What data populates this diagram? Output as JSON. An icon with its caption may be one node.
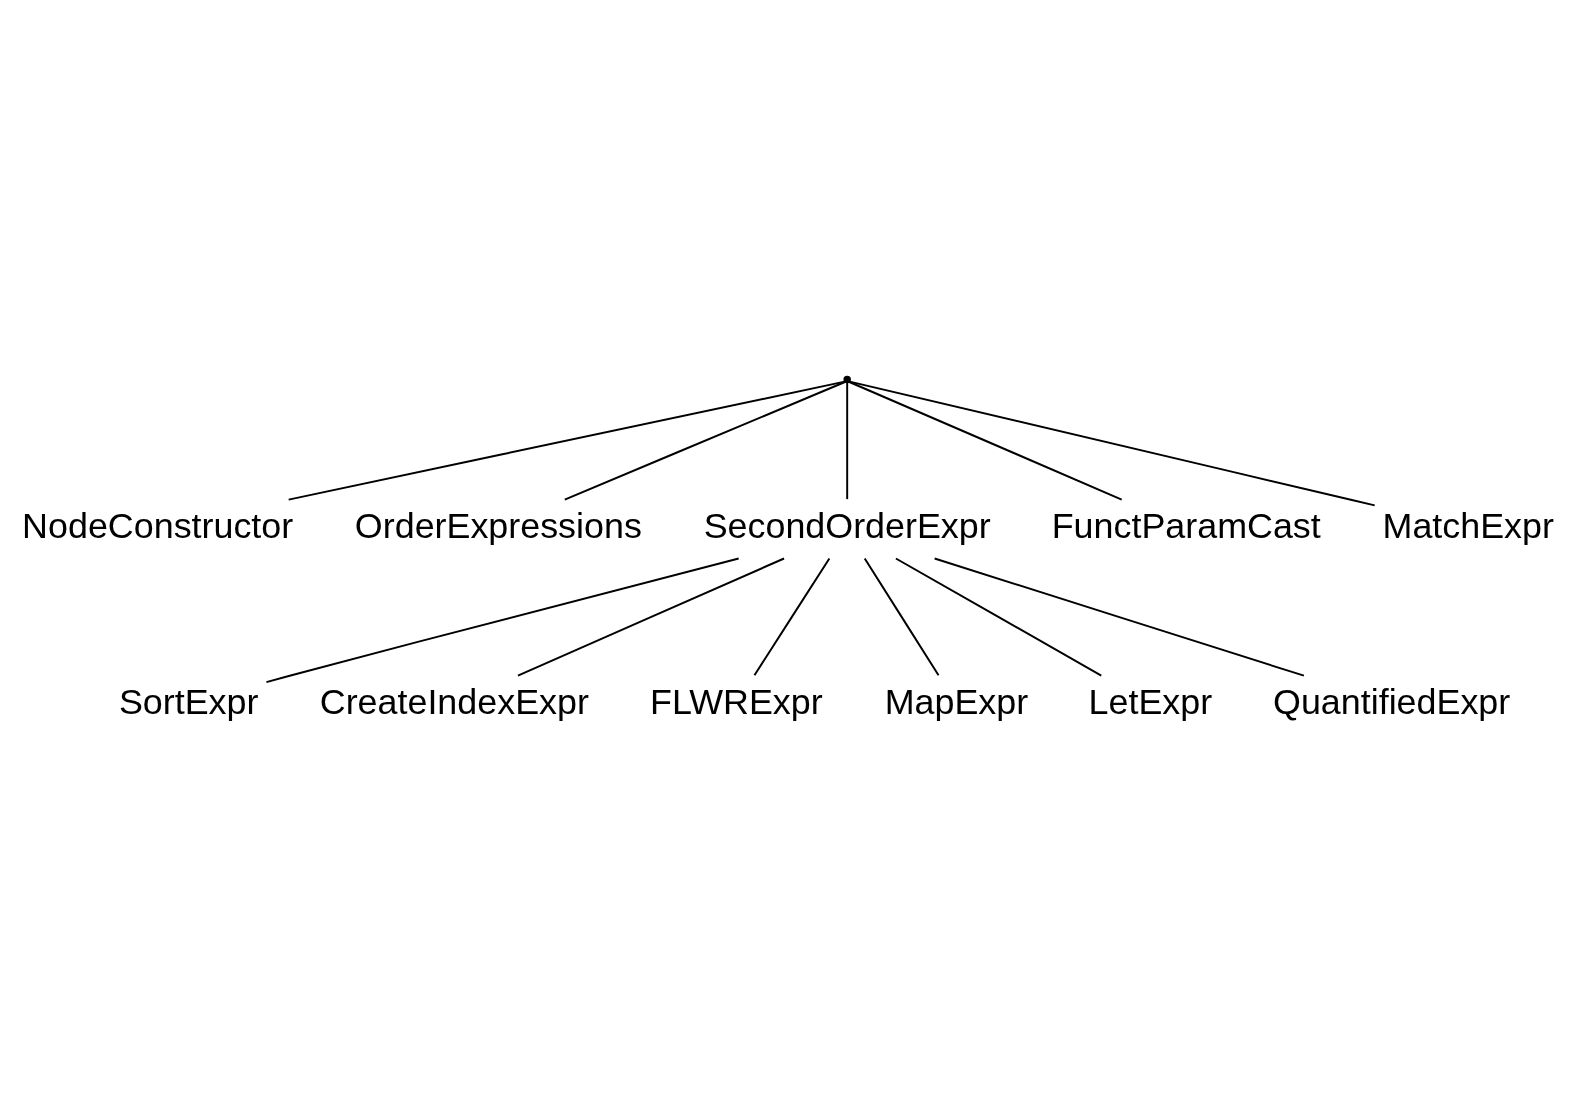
{
  "diagram": {
    "nodes": [
      {
        "text": [],
        "shape": "point"
      },
      {
        "text": [
          "NodeConstructor"
        ]
      },
      {
        "text": [
          "OrderExpressions"
        ]
      },
      {
        "text": [
          "SecondOrderExpr"
        ]
      },
      {
        "text": [
          "FunctParamCast"
        ]
      },
      {
        "text": [
          "MatchExpr"
        ]
      },
      {
        "text": [
          "SortExpr"
        ]
      },
      {
        "text": [
          "CreateIndexExpr"
        ]
      },
      {
        "text": [
          "FLWRExpr"
        ]
      },
      {
        "text": [
          "MapExpr"
        ]
      },
      {
        "text": [
          "LetExpr"
        ]
      },
      {
        "text": [
          "QuantifiedExpr"
        ]
      }
    ],
    "edges": [
      {
        "from": 0,
        "to": 1,
        "arrow": "none"
      },
      {
        "from": 0,
        "to": 2,
        "arrow": "none"
      },
      {
        "from": 0,
        "to": 3,
        "arrow": "none"
      },
      {
        "from": 0,
        "to": 4,
        "arrow": "none"
      },
      {
        "from": 0,
        "to": 5,
        "arrow": "none"
      },
      {
        "from": 3,
        "to": 8,
        "arrow": "none"
      },
      {
        "from": 3,
        "to": 9,
        "arrow": "none"
      },
      {
        "from": 3,
        "to": 10,
        "arrow": "none"
      },
      {
        "from": 3,
        "to": 11,
        "arrow": "none"
      },
      {
        "from": 3,
        "to": 6,
        "arrow": "none"
      },
      {
        "from": 3,
        "to": 7,
        "arrow": "none"
      }
    ]
  }
}
